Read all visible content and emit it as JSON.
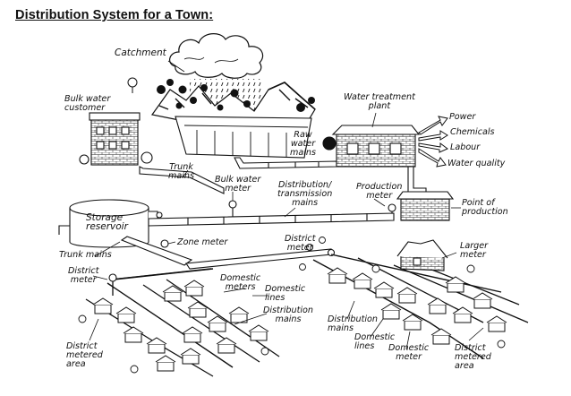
{
  "title": "Distribution System for a Town:",
  "labels": {
    "catchment": "Catchment",
    "bulk_customer": "Bulk water\ncustomer",
    "water_treatment": "Water treatment\nplant",
    "power": "Power",
    "chemicals": "Chemicals",
    "labour": "Labour",
    "water_quality": "Water quality",
    "raw_water_mains": "Raw\nwater\nmains",
    "trunk_mains_top": "Trunk\nmains",
    "bulk_water_meter": "Bulk water\nmeter",
    "distribution_transmission": "Distribution/\ntransmission\nmains",
    "production_meter": "Production\nmeter",
    "point_of_production": "Point of\nproduction",
    "storage_reservoir": "Storage\nreservoir",
    "zone_meter": "Zone meter",
    "district_meter_center": "District\nmeter",
    "trunk_mains_left": "Trunk mains",
    "district_meter_left": "District\nmeter",
    "larger_meter": "Larger\nmeter",
    "domestic_meters": "Domestic\nmeters",
    "domestic_lines_left": "Domestic\nlines",
    "distribution_mains_left": "Distribution\nmains",
    "distribution_mains_right": "Distribution\nmains",
    "domestic_lines_right": "Domestic\nlines",
    "domestic_meter": "Domestic\nmeter",
    "district_metered_left": "District\nmetered\narea",
    "district_metered_right": "District\nmetered\narea"
  }
}
